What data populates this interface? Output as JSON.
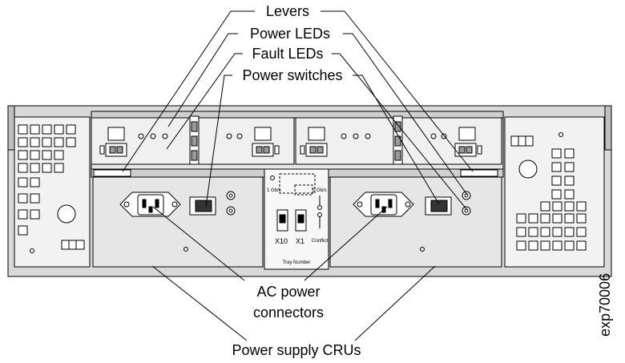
{
  "labels": {
    "levers": "Levers",
    "power_leds": "Power LEDs",
    "fault_leds": "Fault LEDs",
    "power_switches": "Power switches",
    "ac_power_line1": "AC power",
    "ac_power_line2": "connectors",
    "power_supply_crus": "Power supply CRUs",
    "figure_id": "exp70006"
  },
  "tray_panel": {
    "gbps_1": "1 Gb/s",
    "gbps_2": "2 Gb/s",
    "x10": "X10",
    "x1": "X1",
    "conflict": "Conflict",
    "tray_number": "Tray Number"
  }
}
